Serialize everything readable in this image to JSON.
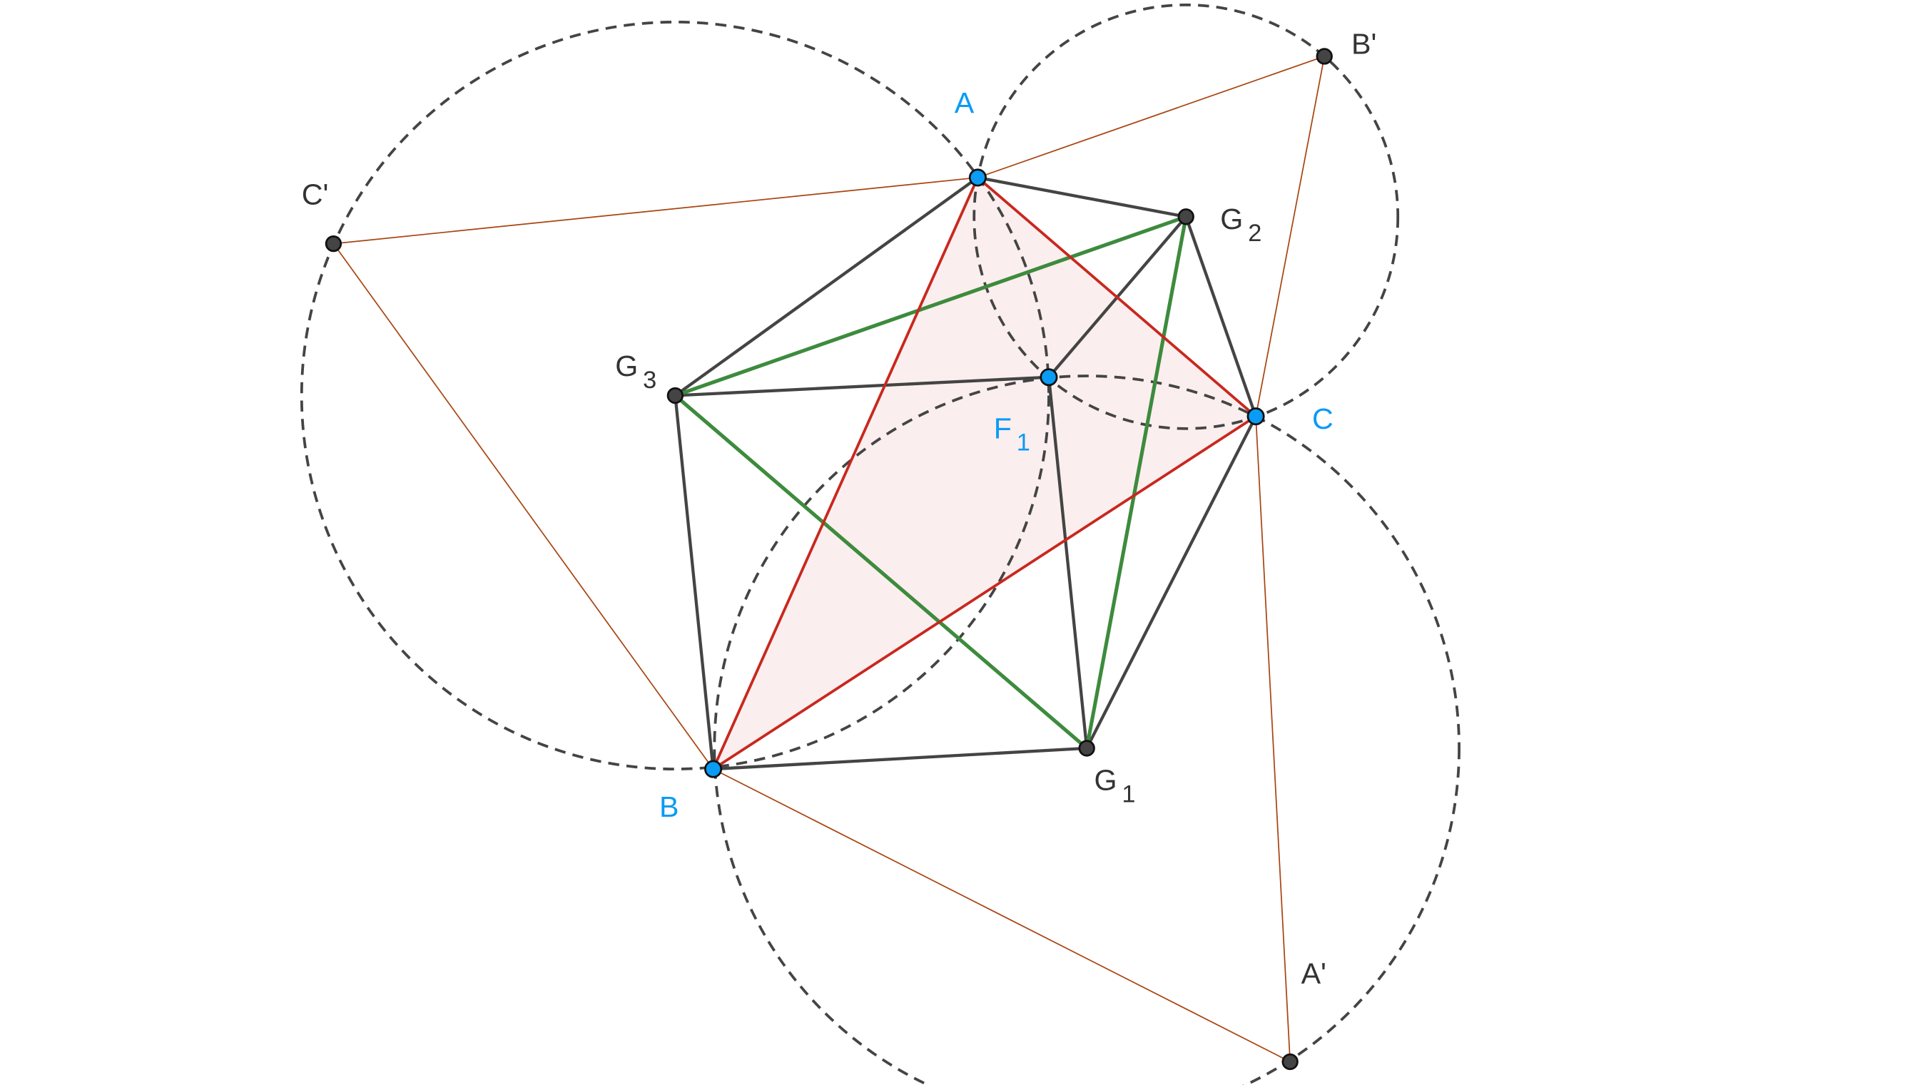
{
  "colors": {
    "free_point": "#0a9bf5",
    "dependent_point": "#444444",
    "triangle_edge": "#c8281e",
    "triangle_fill": "#fbeeee",
    "napoleon_edge": "#3d8b3d",
    "construction_edge": "#444444",
    "external_edge": "#a84410",
    "circle": "#444444"
  },
  "points": {
    "A": {
      "letter": "A",
      "sub": ""
    },
    "B": {
      "letter": "B",
      "sub": ""
    },
    "C": {
      "letter": "C",
      "sub": ""
    },
    "F1": {
      "letter": "F",
      "sub": "1"
    },
    "G1": {
      "letter": "G",
      "sub": "1"
    },
    "G2": {
      "letter": "G",
      "sub": "2"
    },
    "G3": {
      "letter": "G",
      "sub": "3"
    },
    "A'": {
      "letter": "A'",
      "sub": ""
    },
    "B'": {
      "letter": "B'",
      "sub": ""
    },
    "C'": {
      "letter": "C'",
      "sub": ""
    }
  }
}
